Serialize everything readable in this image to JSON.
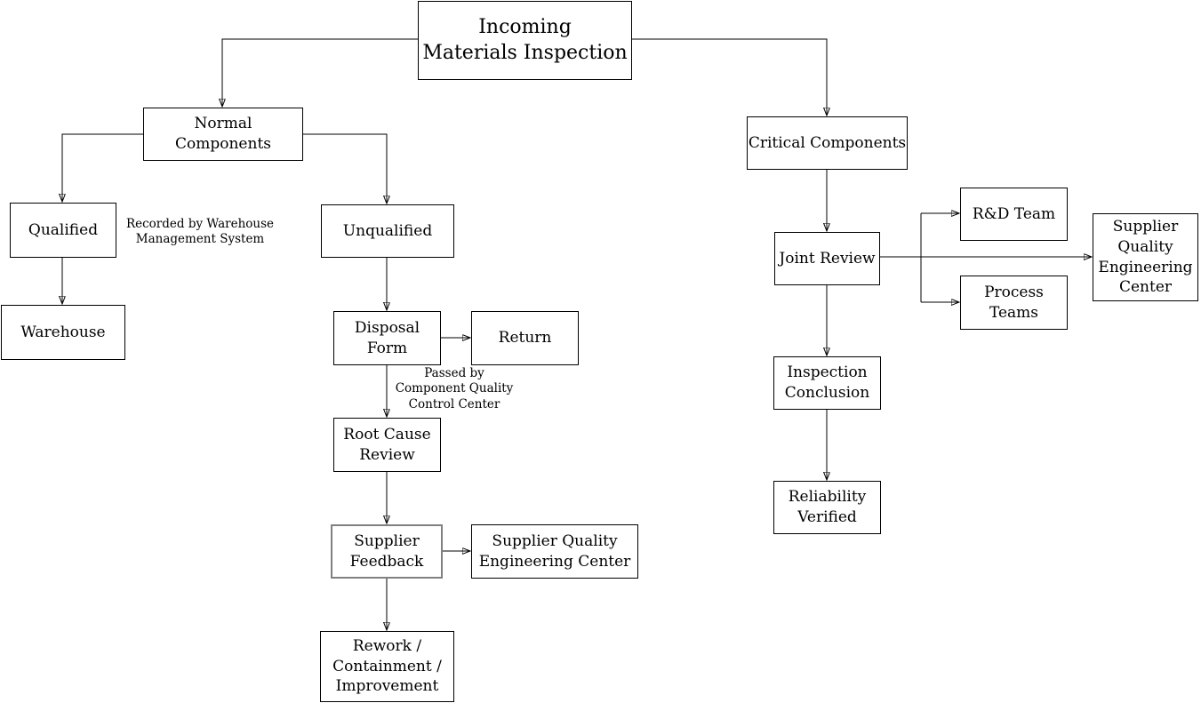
{
  "diagram": {
    "nodes": {
      "incoming": {
        "label": "Incoming\nMaterials Inspection"
      },
      "normal_components": {
        "label": "Normal Components"
      },
      "critical_components": {
        "label": "Critical Components"
      },
      "qualified": {
        "label": "Qualified"
      },
      "unqualified": {
        "label": "Unqualified"
      },
      "warehouse": {
        "label": "Warehouse"
      },
      "disposal_form": {
        "label": "Disposal\nForm"
      },
      "return": {
        "label": "Return"
      },
      "root_cause_review": {
        "label": "Root Cause\nReview"
      },
      "supplier_feedback": {
        "label": "Supplier\nFeedback"
      },
      "supplier_quality_center_left": {
        "label": "Supplier Quality\nEngineering Center"
      },
      "rework": {
        "label": "Rework /\nContainment /\nImprovement"
      },
      "joint_review": {
        "label": "Joint Review"
      },
      "rd_team": {
        "label": "R&D Team"
      },
      "process_teams": {
        "label": "Process\nTeams"
      },
      "supplier_quality_center_right": {
        "label": "Supplier\nQuality\nEngineering\nCenter"
      },
      "inspection_conclusion": {
        "label": "Inspection\nConclusion"
      },
      "reliability_verified": {
        "label": "Reliability\nVerified"
      }
    },
    "annotations": {
      "recorded_by": "Recorded by Warehouse\nManagement System",
      "passed_by": "Passed by\nComponent Quality\nControl Center"
    },
    "colors": {
      "node_border": "#000000",
      "highlight_border": "#808080",
      "background": "#ffffff",
      "text": "#000000"
    }
  }
}
